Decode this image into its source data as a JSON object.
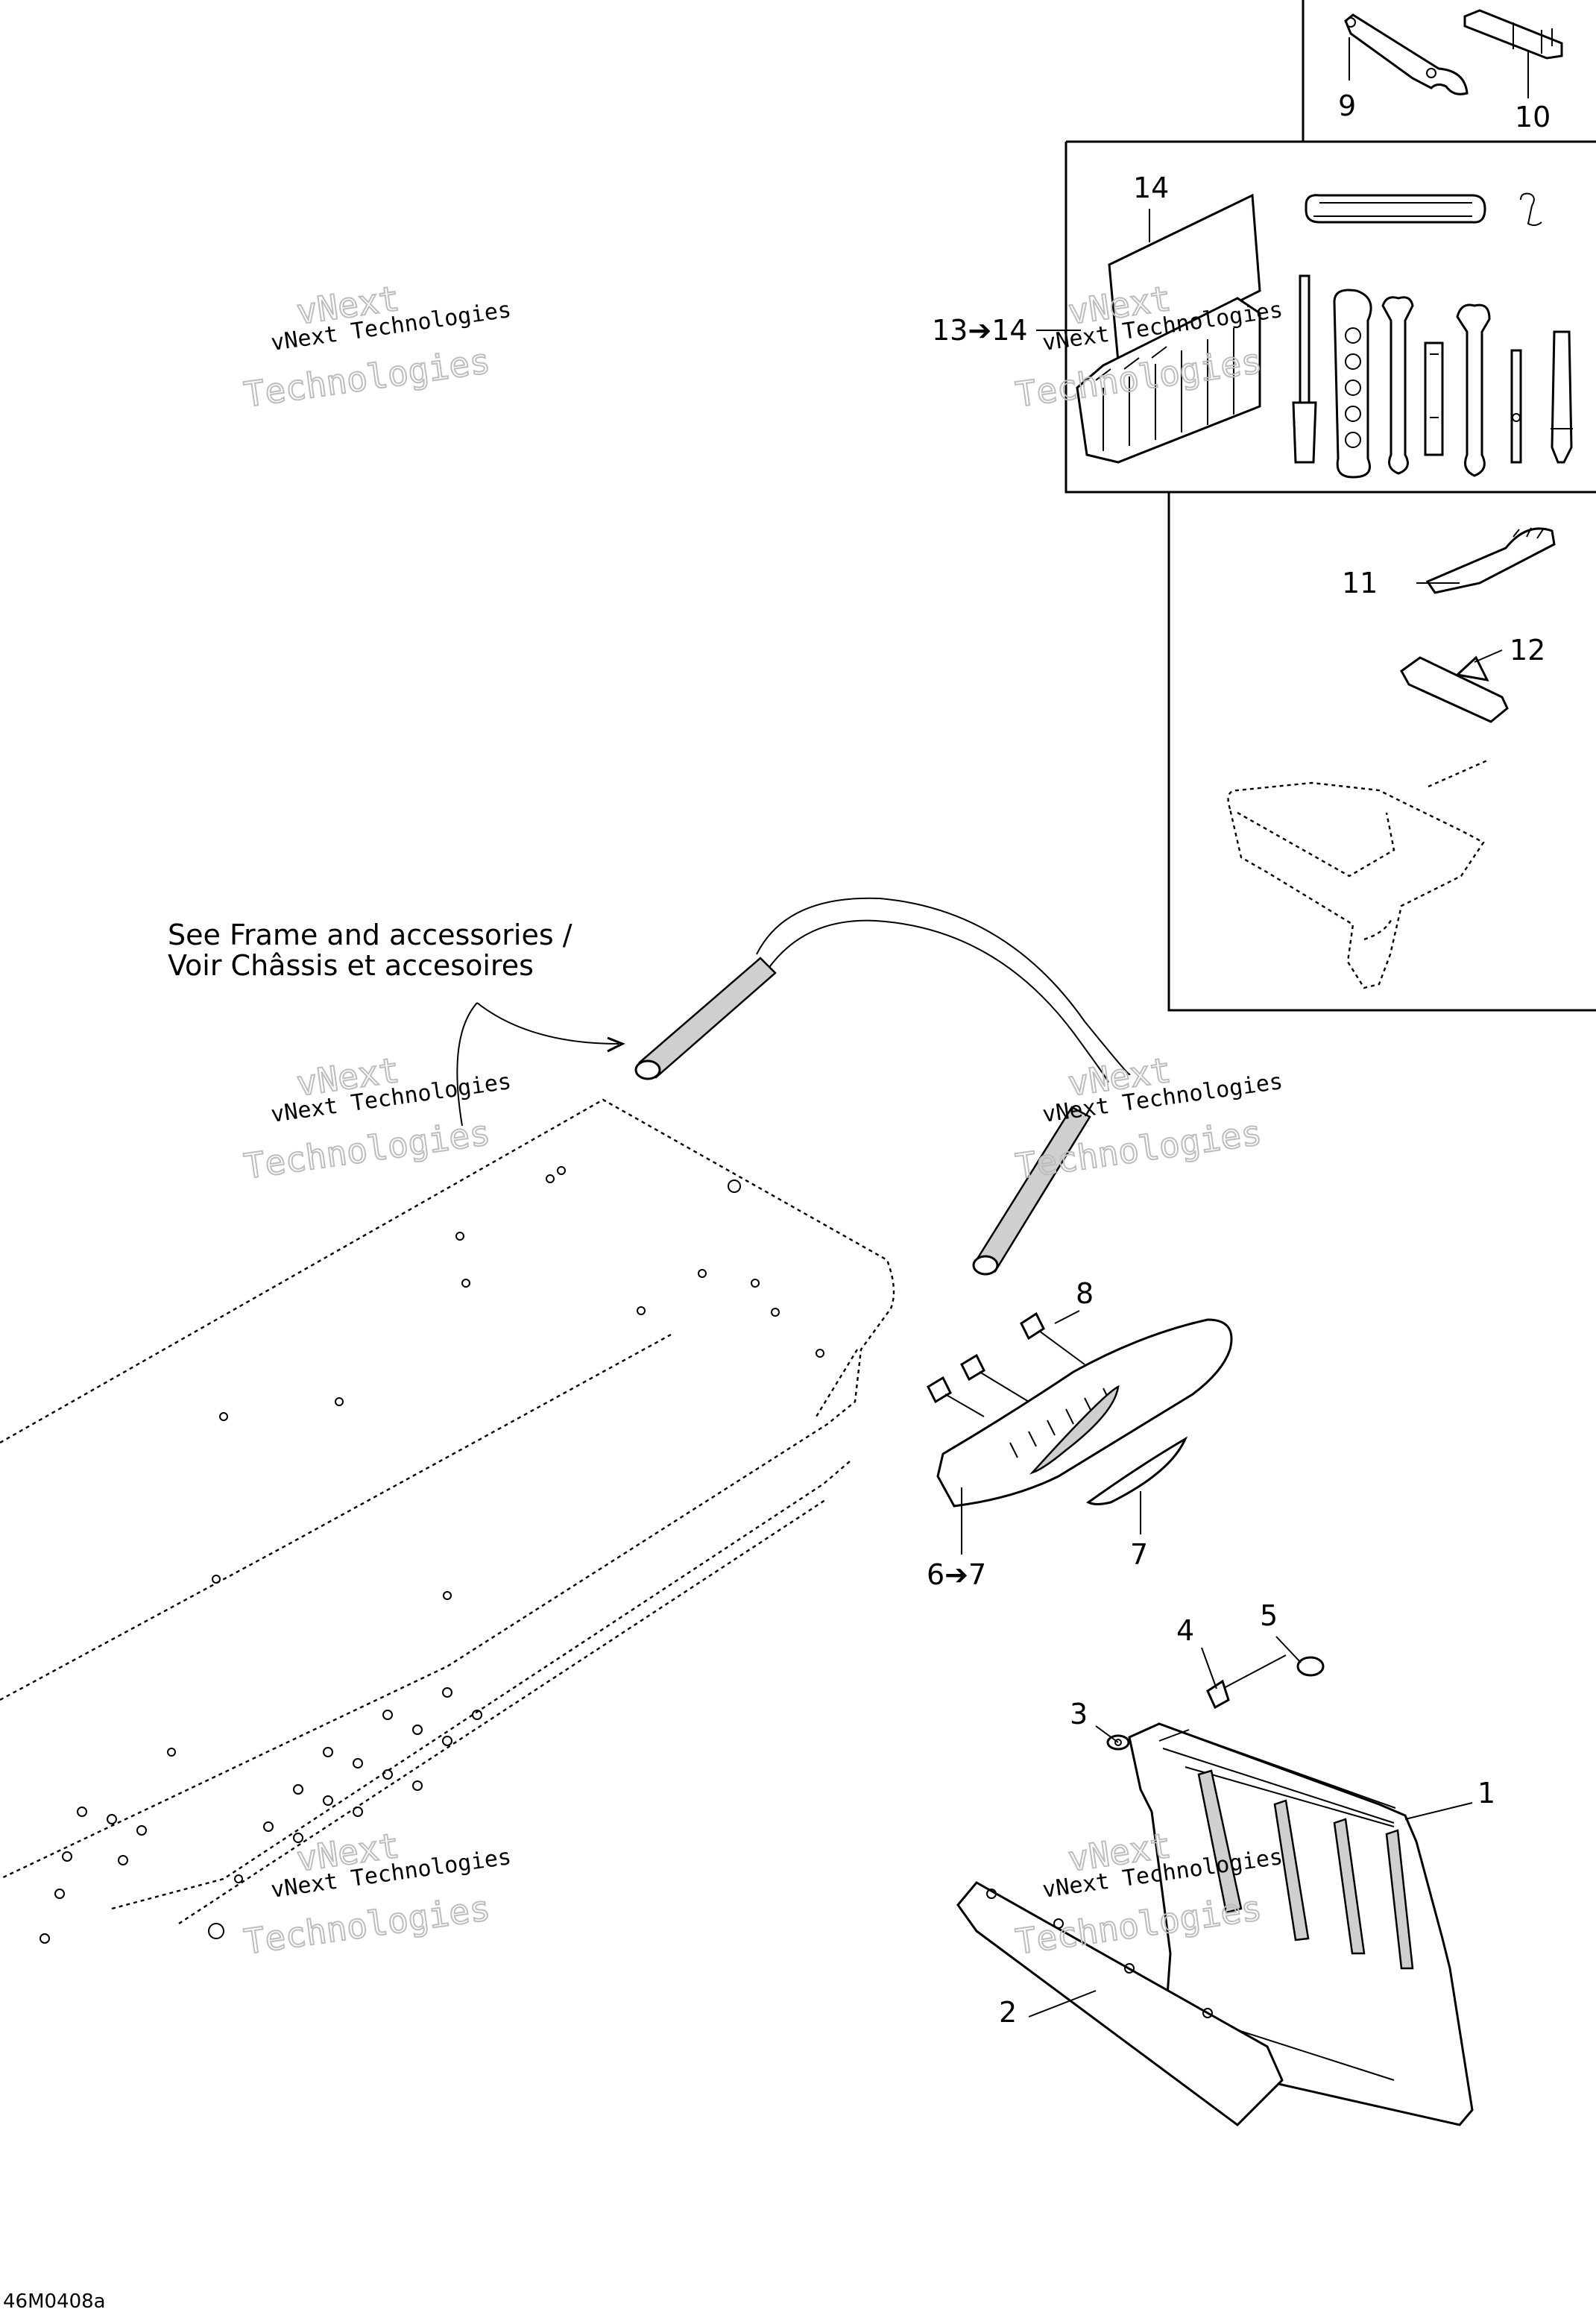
{
  "diagram": {
    "callouts": [
      "1",
      "2",
      "3",
      "4",
      "5",
      "6➔7",
      "7",
      "8",
      "9",
      "10",
      "11",
      "12",
      "13➔14",
      "14"
    ],
    "note": {
      "line1": "See Frame and accessories /",
      "line2": "Voir Châssis et accesoires"
    },
    "watermark": {
      "small": "vNext Technologies",
      "big_line1": "vNext",
      "big_line2": "Technologies"
    },
    "figure_code": "46M0408a"
  }
}
